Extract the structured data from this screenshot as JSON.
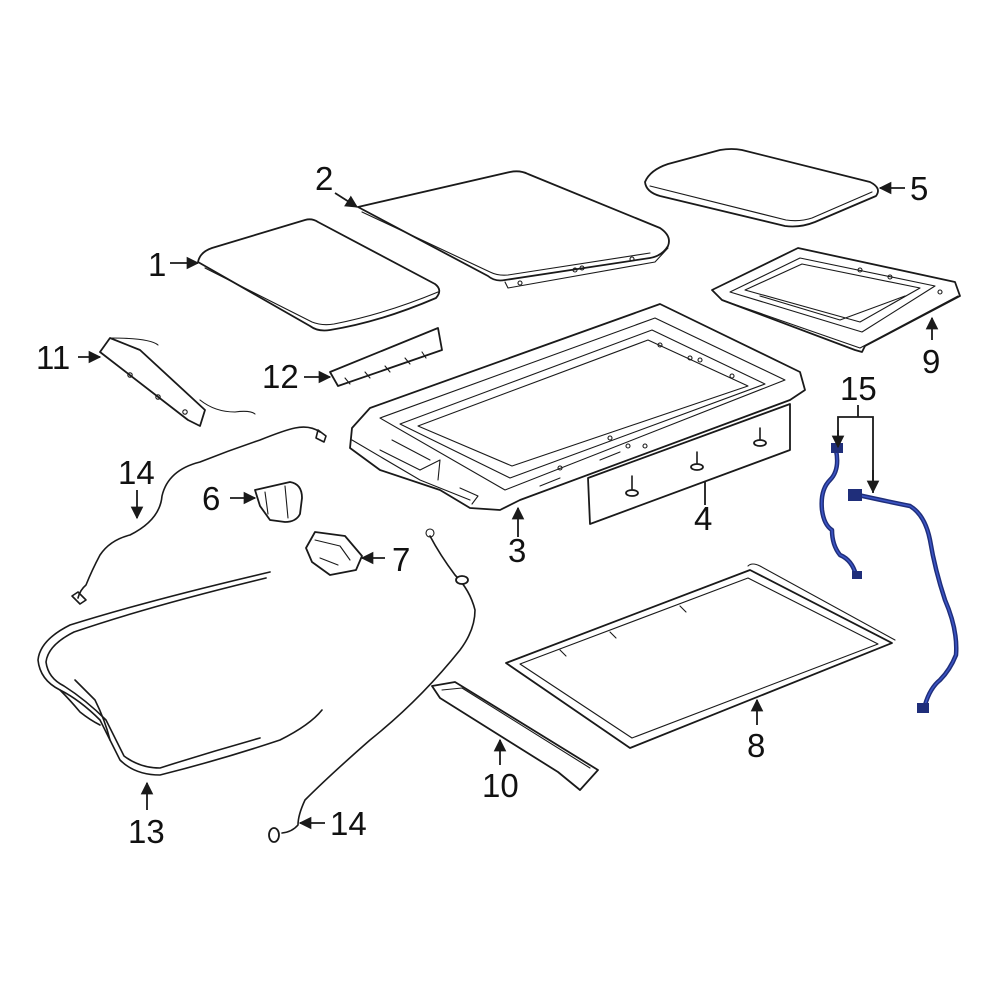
{
  "diagram": {
    "accent_color": "#1f2e7a",
    "callouts": [
      {
        "id": "c1",
        "text": "1"
      },
      {
        "id": "c2",
        "text": "2"
      },
      {
        "id": "c3",
        "text": "3"
      },
      {
        "id": "c4",
        "text": "4"
      },
      {
        "id": "c5",
        "text": "5"
      },
      {
        "id": "c6",
        "text": "6"
      },
      {
        "id": "c7",
        "text": "7"
      },
      {
        "id": "c8",
        "text": "8"
      },
      {
        "id": "c9",
        "text": "9"
      },
      {
        "id": "c10",
        "text": "10"
      },
      {
        "id": "c11",
        "text": "11"
      },
      {
        "id": "c12",
        "text": "12"
      },
      {
        "id": "c13",
        "text": "13"
      },
      {
        "id": "c14a",
        "text": "14"
      },
      {
        "id": "c14b",
        "text": "14"
      },
      {
        "id": "c15",
        "text": "15"
      }
    ]
  }
}
